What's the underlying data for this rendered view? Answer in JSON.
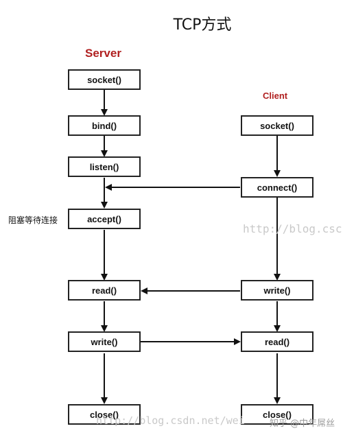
{
  "title": "TCP方式",
  "server": {
    "label": "Server",
    "steps": [
      "socket()",
      "bind()",
      "listen()",
      "accept()",
      "read()",
      "write()",
      "close()"
    ]
  },
  "client": {
    "label": "Client",
    "steps": [
      "socket()",
      "connect()",
      "write()",
      "read()",
      "close()"
    ]
  },
  "side_note": "阻塞等待连接",
  "watermarks": {
    "right": "http://blog.csc",
    "bottom": "http://blog.csdn.net/wei",
    "corner": "知乎 @中年屌丝"
  },
  "colors": {
    "role_label": "#b01f1f",
    "box_border": "#222222",
    "arrow": "#111111",
    "watermark": "#c9c9c9"
  }
}
